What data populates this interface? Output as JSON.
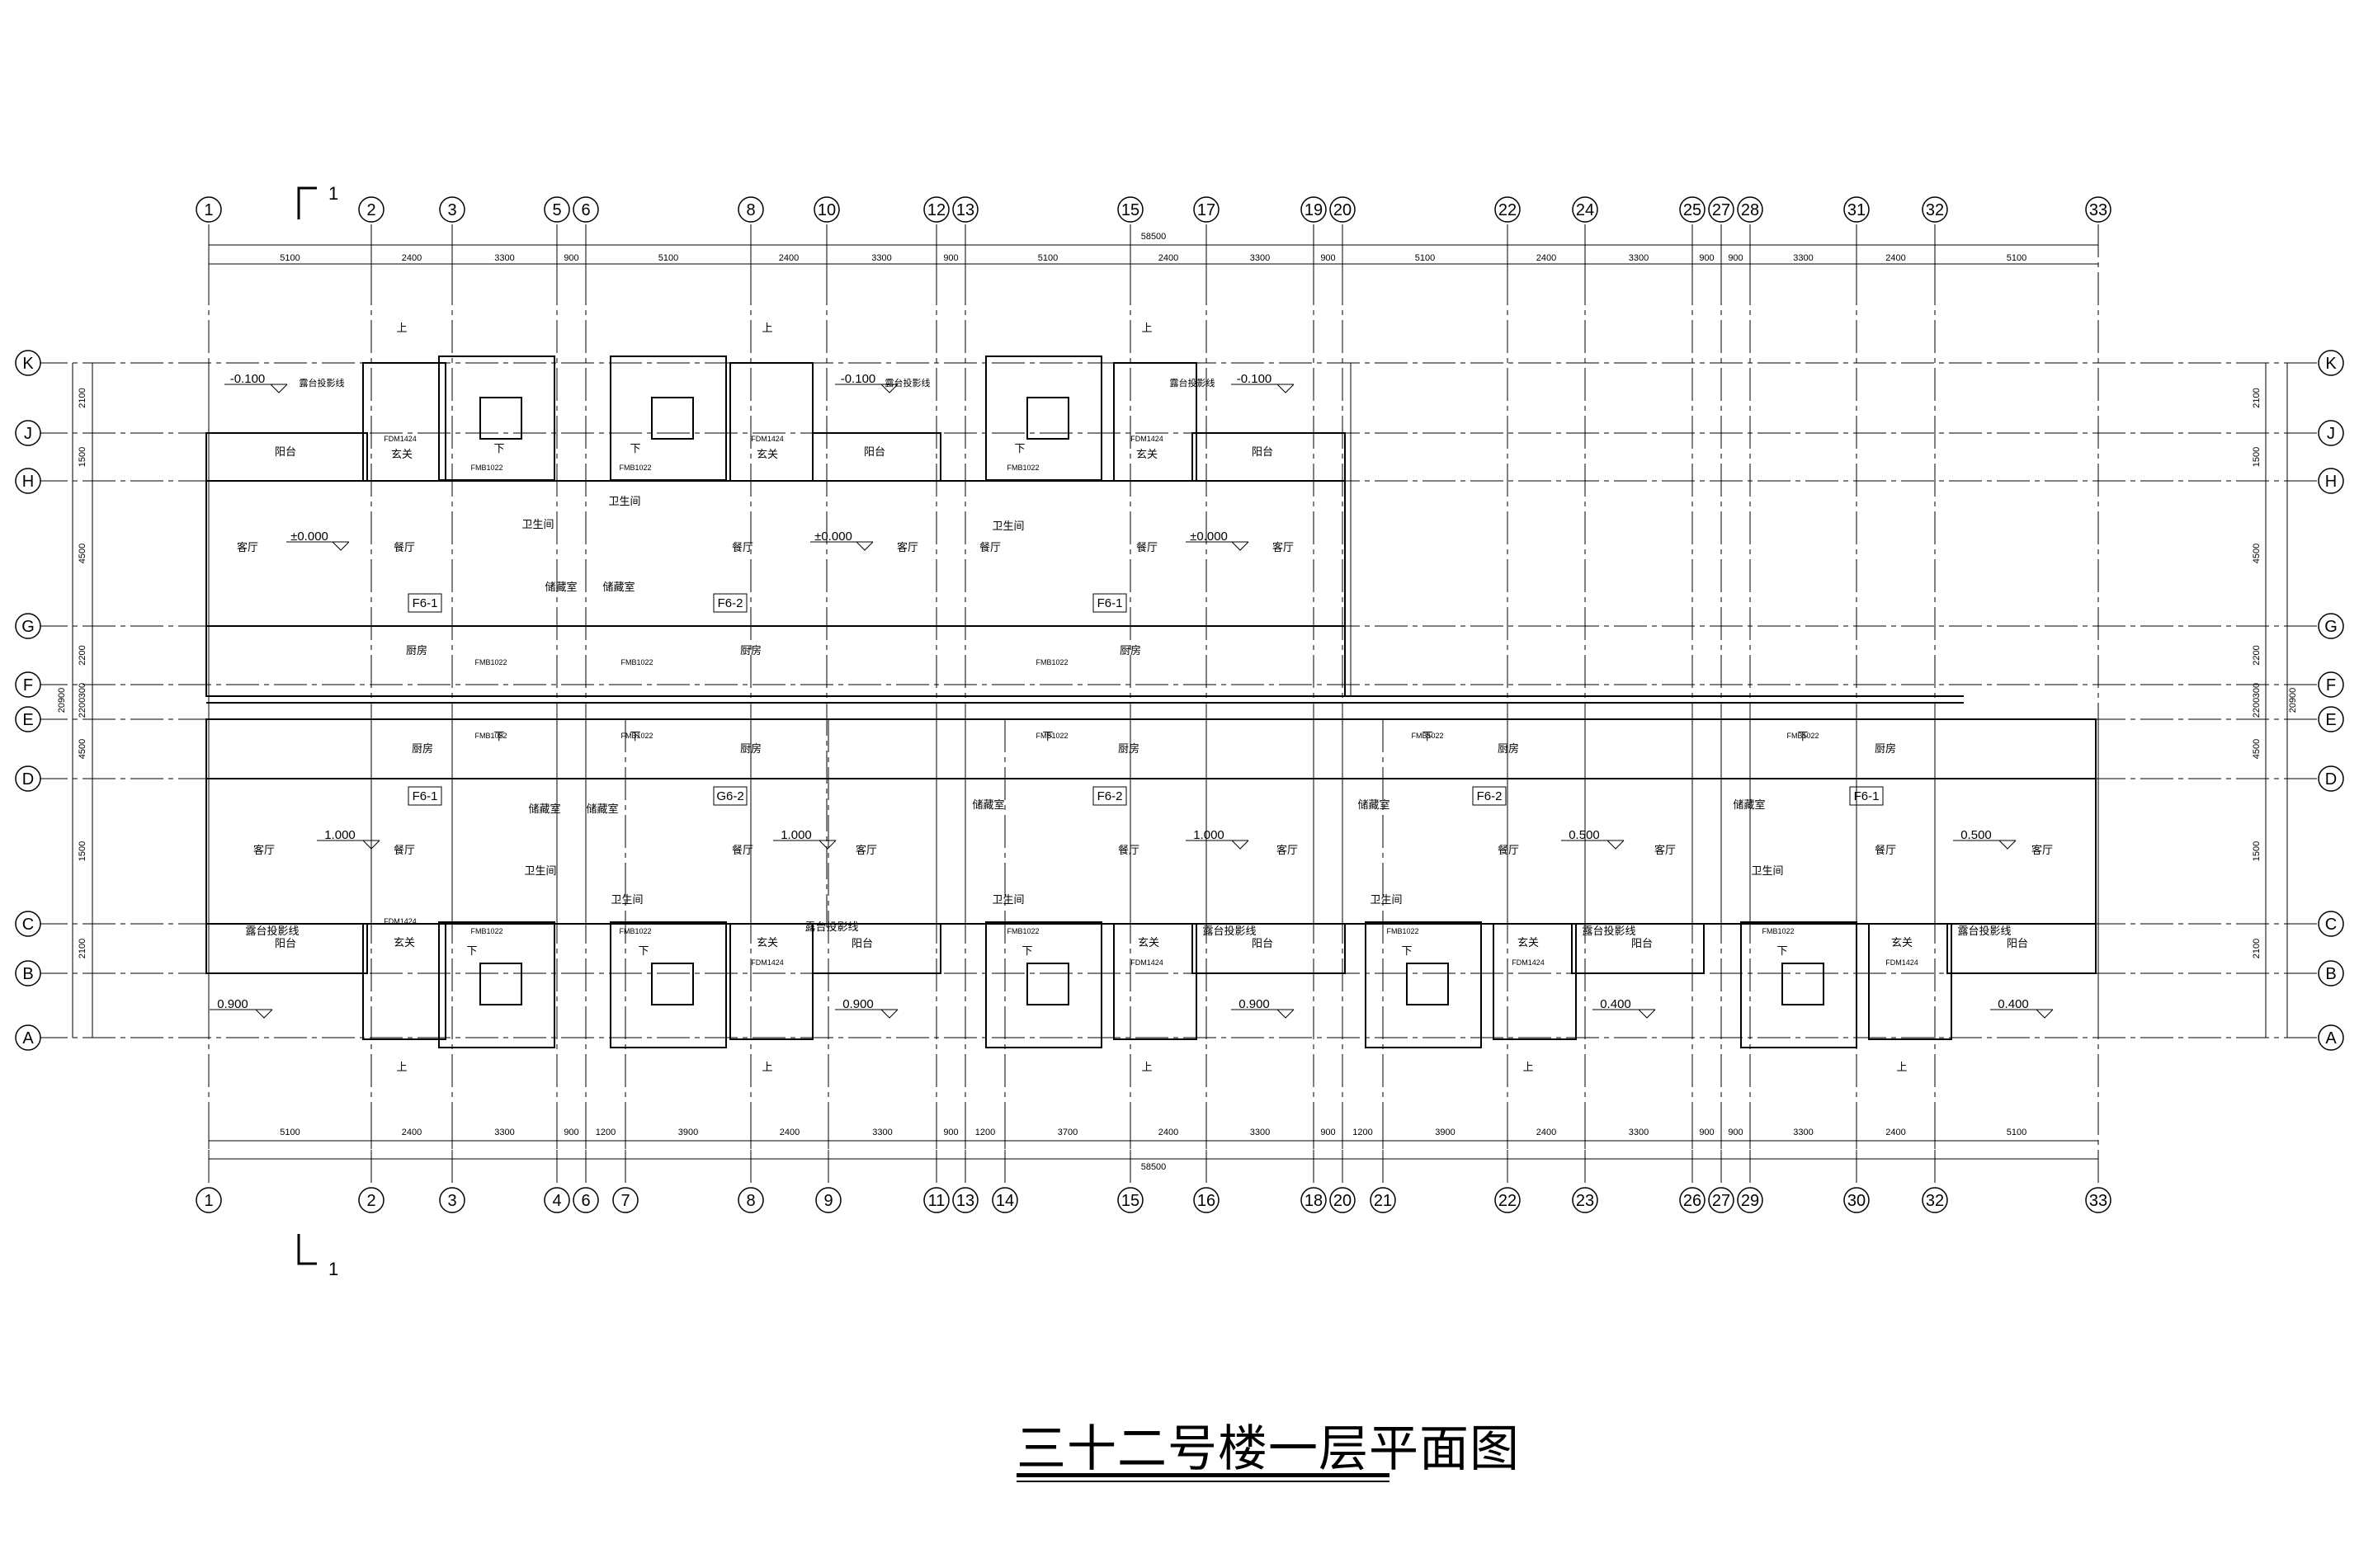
{
  "drawing": {
    "title": "三十二号楼一层平面图",
    "section_mark": "1",
    "overall_dim_top": "58500",
    "overall_dim_bottom": "58500",
    "overall_depth_left": "20900",
    "overall_depth_right": "20900"
  },
  "axes_top": [
    "1",
    "2",
    "3",
    "5",
    "6",
    "8",
    "10",
    "12",
    "13",
    "15",
    "17",
    "19",
    "20",
    "22",
    "24",
    "25",
    "27",
    "28",
    "31",
    "32",
    "33"
  ],
  "axes_bottom": [
    "1",
    "2",
    "3",
    "4",
    "6",
    "7",
    "8",
    "9",
    "11",
    "13",
    "14",
    "15",
    "16",
    "18",
    "20",
    "21",
    "22",
    "23",
    "26",
    "27",
    "29",
    "30",
    "32",
    "33"
  ],
  "axes_rows": [
    "K",
    "J",
    "H",
    "G",
    "F",
    "E",
    "D",
    "C",
    "B",
    "A"
  ],
  "dims_top": [
    "5100",
    "2400",
    "3300",
    "900",
    "5100",
    "2400",
    "3300",
    "900",
    "5100",
    "2400",
    "3300",
    "900",
    "5100",
    "2400",
    "3300",
    "900",
    "900",
    "3300",
    "2400",
    "5100"
  ],
  "dims_bottom": [
    "5100",
    "2400",
    "3300",
    "900",
    "1200",
    "3900",
    "2400",
    "3300",
    "900",
    "1200",
    "3700",
    "2400",
    "3300",
    "900",
    "1200",
    "3900",
    "2400",
    "3300",
    "900",
    "900",
    "3300",
    "2400",
    "5100"
  ],
  "dims_side": [
    "2100",
    "1500",
    "4500",
    "2200",
    "300",
    "2200",
    "4500",
    "1500",
    "2100"
  ],
  "units": {
    "upper_left": "F6-1",
    "upper_mid": "F6-2",
    "upper_right": "F6-1",
    "lower_1": "F6-1",
    "lower_2": "G6-2",
    "lower_3": "F6-2",
    "lower_4": "F6-2",
    "lower_5": "F6-1"
  },
  "rooms": {
    "living": "客厅",
    "dining": "餐厅",
    "balcony": "阳台",
    "entry": "玄关",
    "kitchen": "厨房",
    "bath": "卫生间",
    "storage": "储藏室",
    "up": "上",
    "down": "下",
    "terrace_line": "露台投影线"
  },
  "doors": {
    "fm1": "FDM1424",
    "fm2": "FMB1022"
  },
  "levels": {
    "upper_terrace": "-0.100",
    "upper_floor": "±0.000",
    "lower_floor_1": "1.000",
    "lower_floor_2": "0.500",
    "lower_ground_1": "0.900",
    "lower_ground_2": "0.400"
  }
}
